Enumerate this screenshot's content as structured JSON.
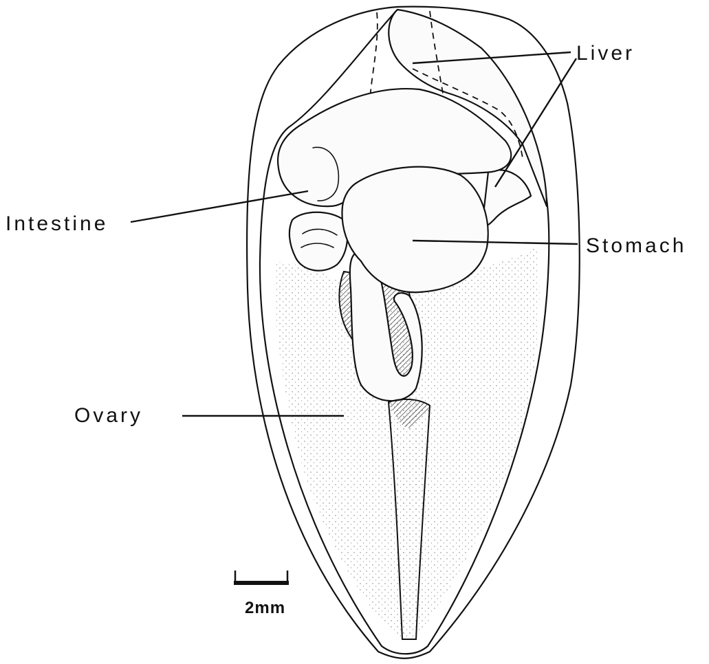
{
  "labels": {
    "liver": "Liver",
    "intestine": "Intestine",
    "stomach": "Stomach",
    "ovary": "Ovary"
  },
  "scale_bar": {
    "label": "2mm"
  }
}
